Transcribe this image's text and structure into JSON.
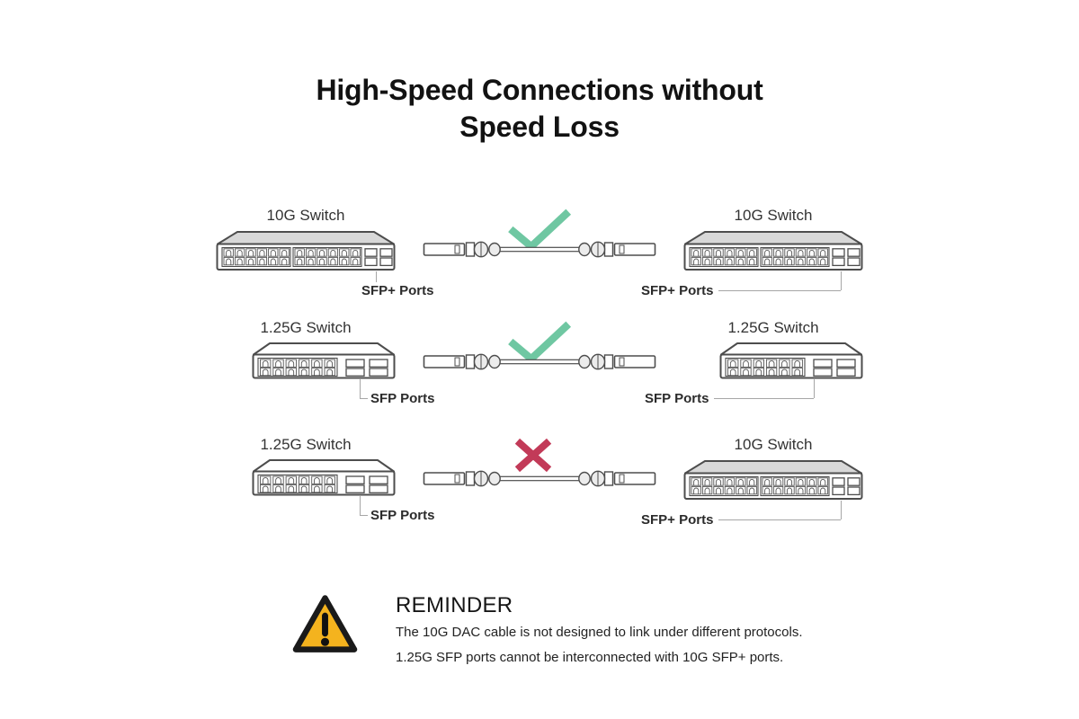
{
  "title": {
    "line1": "High-Speed Connections without",
    "line2": "Speed Loss"
  },
  "rows": [
    {
      "left": {
        "label": "10G Switch",
        "type": "10g",
        "port_label": "SFP+ Ports"
      },
      "status": "check",
      "right": {
        "label": "10G Switch",
        "type": "10g",
        "port_label": "SFP+ Ports"
      }
    },
    {
      "left": {
        "label": "1.25G Switch",
        "type": "1g",
        "port_label": "SFP Ports"
      },
      "status": "check",
      "right": {
        "label": "1.25G Switch",
        "type": "1g",
        "port_label": "SFP Ports"
      }
    },
    {
      "left": {
        "label": "1.25G Switch",
        "type": "1g",
        "port_label": "SFP Ports"
      },
      "status": "cross",
      "right": {
        "label": "10G Switch",
        "type": "10g",
        "port_label": "SFP+ Ports"
      }
    }
  ],
  "reminder": {
    "heading": "REMINDER",
    "line1": "The 10G DAC cable is not designed to link under different protocols.",
    "line2": "1.25G SFP ports cannot be interconnected with 10G SFP+ ports."
  },
  "colors": {
    "check": "#6fc7a2",
    "cross": "#c23a58",
    "warning_fill": "#f4b31e",
    "outline": "#4d4d4d",
    "switch_top_10g": "#d8d8d8",
    "switch_top_1g": "#ffffff"
  }
}
